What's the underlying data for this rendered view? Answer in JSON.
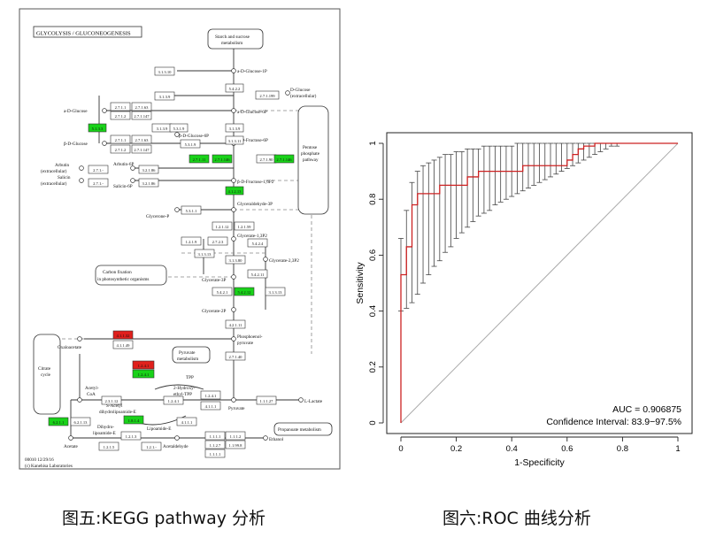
{
  "kegg": {
    "title": "GLYCOLYSIS / GLUCONEOGENESIS",
    "map_id": "00010 12/29/16",
    "copyright": "(c) Kanehisa Laboratories",
    "metabolites": {
      "starch": "Starch and sucrose",
      "starch2": "metabolism",
      "a_glc1p": "a-D-Glucose-1P",
      "d_glucose": "D-Glucose",
      "d_glucose2": "(extracellular)",
      "a_dglc": "a-D-Glucose",
      "a_glc6p": "a-D-Glucose-6P",
      "b_dglc": "β-D-Glucose",
      "b_glc6p": "β-D-Glucose-6P",
      "b_fru6p": "β-D-Fructose-6P",
      "arbutin": "Arbutin",
      "arbutin2": "(extracellular)",
      "arbutin6p": "Arbutin-6P",
      "salicin": "Salicin",
      "salicin2": "(extracellular)",
      "salicin6p": "Salicin-6P",
      "fru16p": "β-D-Fructose-1,6P2",
      "pentose": "Pentose",
      "pentose2": "phosphate",
      "pentose3": "pathway",
      "gap": "Glyceraldehyde-3P",
      "glycerone": "Glycerone-P",
      "g13p": "Glycerate-1,3P2",
      "g23p": "Glycerate-2,3P2",
      "carbon1": "Carbon fixation",
      "carbon2": "in photosynthetic organisms",
      "g3p": "Glycerate-3P",
      "g2p": "Glycerate-2P",
      "pep1": "Phosphoenol-",
      "pep2": "pyruvate",
      "oxalo": "Oxaloacetate",
      "pyrmet1": "Pyruvate",
      "pyrmet2": "metabolism",
      "citrate1": "Citrate",
      "citrate2": "cycle",
      "tpp": "TPP",
      "hydroxy1": "2-Hydroxy-",
      "hydroxy2": "ethyl-TPP",
      "acetylcoa1": "Acetyl-",
      "acetylcoa2": "CoA",
      "sacetyl1": "S-Acetyl",
      "sacetyl2": "dihydrolipoamide-E",
      "pyruvate": "Pyruvate",
      "llactate": "L-Lactate",
      "dihydro1": "Dihydro-",
      "dihydro2": "lipoamide-E",
      "lipoamide": "Lipoamide-E",
      "propmet": "Propanoate metabolism",
      "ethanol": "Ethanol",
      "acetate": "Acetate",
      "acetaldehyde": "Acetaldehyde"
    },
    "enzymes": {
      "e3113": "3.1.3.10",
      "e5422": "5.4.2.2",
      "e5412": "3.1.3.9",
      "e27110": "2.7.1.199",
      "e2711a": "2.7.1.1",
      "e2716a": "2.7.1.63",
      "e2712a": "2.7.1.2",
      "e2714a": "2.7.1.147",
      "e5313": "5.1.3.3",
      "e3139b": "3.1.3.9",
      "e5319": "5.3.1.9",
      "e3115": "3.1.3.9",
      "e2711b": "2.7.1.1",
      "e2716b": "2.7.1.63",
      "e2712b": "2.7.1.2",
      "e2714b": "2.7.1.147",
      "e5319b": "5.3.1.9",
      "e32186": "3.2.1.86",
      "e271a": "2.7.1.-",
      "e271b": "2.7.1.-",
      "e32186b": "3.2.1.86",
      "e31311": "3.1.3.11",
      "e27111": "2.7.1.11",
      "e27114": "2.7.1.146",
      "e27190": "2.7.1.90",
      "e41213": "4.1.2.13",
      "e5311": "5.3.1.1",
      "e12112": "1.2.1.12",
      "e12159": "1.2.1.59",
      "e12190": "1.2.1.9",
      "e27213": "2.7.2.3",
      "e5423": "5.4.2.4",
      "e3121": "3.1.3.13",
      "e3116": "3.1.3.80",
      "e5421": "5.4.2.11",
      "e5422b": "5.4.2.12",
      "e5421b": "5.4.2.1",
      "e42111": "4.2.1.11",
      "e41132": "4.1.1.32",
      "e41149": "4.1.1.49",
      "e2714": "2.7.1.40",
      "e12141": "1.2.4.1",
      "e2713": "2.3.1.12",
      "e1284": "1.2.4.1",
      "e1811": "1.8.1.4",
      "e4111": "4.1.1.1",
      "e11127": "1.1.1.27",
      "e6211": "6.2.1.1",
      "e6213": "6.2.1.13",
      "e121": "1.2.1.3",
      "e1215": "1.2.1.5",
      "e1211": "1.2.1.-",
      "e1111": "1.1.1.1",
      "e1112": "1.1.1.2",
      "e1127": "1.1.2.7",
      "e1881": "1.1.99.8"
    }
  },
  "roc": {
    "chart_data": {
      "type": "line",
      "title": "",
      "xlabel": "1-Specificity",
      "ylabel": "Sensitivity",
      "xlim": [
        0,
        1
      ],
      "ylim": [
        0,
        1
      ],
      "x_ticks": [
        "0",
        "0.2",
        "0.4",
        "0.6",
        "0.8",
        "1"
      ],
      "y_ticks": [
        "0",
        "0.2",
        "0.4",
        "0.6",
        "0.8",
        "1"
      ],
      "roc_curve": {
        "x": [
          0,
          0,
          0.02,
          0.02,
          0.04,
          0.04,
          0.06,
          0.06,
          0.14,
          0.14,
          0.24,
          0.24,
          0.28,
          0.28,
          0.44,
          0.44,
          0.6,
          0.6,
          0.62,
          0.62,
          0.64,
          0.64,
          0.66,
          0.66,
          0.7,
          0.7,
          0.74,
          0.74,
          0.8,
          0.8,
          1.0
        ],
        "y": [
          0,
          0.53,
          0.53,
          0.63,
          0.63,
          0.78,
          0.78,
          0.82,
          0.82,
          0.85,
          0.85,
          0.88,
          0.88,
          0.9,
          0.9,
          0.92,
          0.92,
          0.94,
          0.94,
          0.96,
          0.96,
          0.98,
          0.98,
          0.99,
          0.99,
          1.0,
          1.0,
          1.0,
          1.0,
          1.0,
          1.0
        ]
      },
      "ci_bars": [
        {
          "x": 0.0,
          "low": 0.4,
          "high": 0.66
        },
        {
          "x": 0.02,
          "low": 0.41,
          "high": 0.76
        },
        {
          "x": 0.04,
          "low": 0.43,
          "high": 0.86
        },
        {
          "x": 0.06,
          "low": 0.46,
          "high": 0.9
        },
        {
          "x": 0.08,
          "low": 0.5,
          "high": 0.92
        },
        {
          "x": 0.1,
          "low": 0.53,
          "high": 0.93
        },
        {
          "x": 0.12,
          "low": 0.56,
          "high": 0.94
        },
        {
          "x": 0.14,
          "low": 0.58,
          "high": 0.95
        },
        {
          "x": 0.16,
          "low": 0.61,
          "high": 0.96
        },
        {
          "x": 0.18,
          "low": 0.63,
          "high": 0.96
        },
        {
          "x": 0.2,
          "low": 0.66,
          "high": 0.97
        },
        {
          "x": 0.22,
          "low": 0.68,
          "high": 0.97
        },
        {
          "x": 0.24,
          "low": 0.7,
          "high": 0.98
        },
        {
          "x": 0.26,
          "low": 0.72,
          "high": 0.98
        },
        {
          "x": 0.28,
          "low": 0.74,
          "high": 0.98
        },
        {
          "x": 0.3,
          "low": 0.75,
          "high": 0.99
        },
        {
          "x": 0.32,
          "low": 0.76,
          "high": 0.99
        },
        {
          "x": 0.34,
          "low": 0.78,
          "high": 0.99
        },
        {
          "x": 0.36,
          "low": 0.79,
          "high": 0.99
        },
        {
          "x": 0.38,
          "low": 0.8,
          "high": 0.99
        },
        {
          "x": 0.4,
          "low": 0.81,
          "high": 0.99
        },
        {
          "x": 0.42,
          "low": 0.82,
          "high": 1.0
        },
        {
          "x": 0.44,
          "low": 0.83,
          "high": 1.0
        },
        {
          "x": 0.46,
          "low": 0.84,
          "high": 1.0
        },
        {
          "x": 0.48,
          "low": 0.85,
          "high": 1.0
        },
        {
          "x": 0.5,
          "low": 0.86,
          "high": 1.0
        },
        {
          "x": 0.52,
          "low": 0.87,
          "high": 1.0
        },
        {
          "x": 0.54,
          "low": 0.88,
          "high": 1.0
        },
        {
          "x": 0.56,
          "low": 0.89,
          "high": 1.0
        },
        {
          "x": 0.58,
          "low": 0.9,
          "high": 1.0
        },
        {
          "x": 0.6,
          "low": 0.91,
          "high": 1.0
        },
        {
          "x": 0.62,
          "low": 0.92,
          "high": 1.0
        },
        {
          "x": 0.64,
          "low": 0.93,
          "high": 1.0
        },
        {
          "x": 0.66,
          "low": 0.94,
          "high": 1.0
        },
        {
          "x": 0.68,
          "low": 0.95,
          "high": 1.0
        },
        {
          "x": 0.7,
          "low": 0.96,
          "high": 1.0
        },
        {
          "x": 0.72,
          "low": 0.97,
          "high": 1.0
        },
        {
          "x": 0.74,
          "low": 0.98,
          "high": 1.0
        },
        {
          "x": 0.76,
          "low": 0.99,
          "high": 1.0
        },
        {
          "x": 0.78,
          "low": 0.99,
          "high": 1.0
        },
        {
          "x": 0.8,
          "low": 1.0,
          "high": 1.0
        }
      ],
      "annotations": {
        "auc": "AUC = 0.906875",
        "ci": "Confidence Interval: 83.9−97.5%"
      },
      "colors": {
        "curve": "#cc2222",
        "ci": "#444444",
        "diagonal": "#aaaaaa"
      }
    }
  },
  "captions": {
    "left": "图五:KEGG pathway 分析",
    "right": "图六:ROC 曲线分析"
  },
  "colors": {
    "up": "#e0201c",
    "down": "#19d219",
    "line": "#333333"
  }
}
